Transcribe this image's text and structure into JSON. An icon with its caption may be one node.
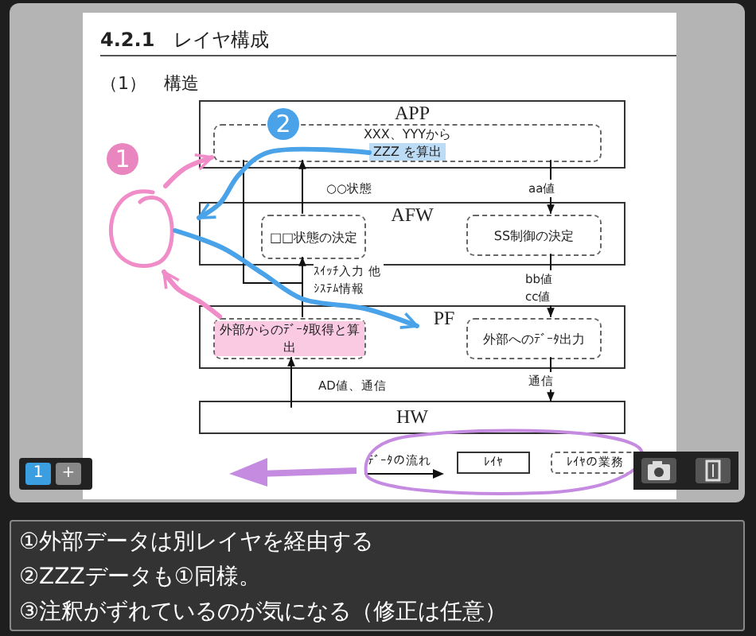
{
  "diagram": {
    "title": "**4.2.1**　レイヤ構成",
    "nodes": [
      {
        "text": [
          "APP"
        ]
      },
      {
        "text": [
          "XXX、YYYから",
          "ZZZ を算出"
        ],
        "in": 0
      },
      {
        "text": [
          "AFW"
        ]
      },
      {
        "text": [
          "□□状態の決定"
        ],
        "in": 2
      },
      {
        "text": [
          "SS制御の決定"
        ],
        "in": 2
      },
      {
        "text": [
          "PF"
        ]
      },
      {
        "text": [
          "外部からのﾃﾞｰﾀ取得と算出"
        ],
        "in": 5
      },
      {
        "text": [
          "外部へのﾃﾞｰﾀ出力"
        ],
        "in": 5
      },
      {
        "text": [
          "HW"
        ]
      },
      {
        "text": [],
        "shape": "circle"
      }
    ],
    "edges": [
      {
        "from": 3,
        "to": 1,
        "arrow": "to",
        "label": "○○状態"
      },
      {
        "from": 1,
        "to": 4,
        "arrow": "to",
        "label": "aa値"
      },
      {
        "from": 6,
        "to": 3,
        "arrow": "to",
        "label": "ｽｲｯﾁ入力 他ｼｽﾃﾑ情報"
      },
      {
        "from": 6,
        "to": 1,
        "arrow": "none"
      },
      {
        "from": 4,
        "to": 7,
        "arrow": "to",
        "label": "bb値 cc値"
      },
      {
        "from": 8,
        "to": 6,
        "arrow": "to",
        "label": "AD値、通信"
      },
      {
        "from": 7,
        "to": 8,
        "arrow": "to",
        "label": "通信"
      },
      {
        "from": 6,
        "to": 9,
        "arrow": "to",
        "style": "thick",
        "color": "#f08cc8"
      },
      {
        "from": 9,
        "to": 1,
        "arrow": "to",
        "style": "thick",
        "color": "#f08cc8"
      },
      {
        "from": 1,
        "to": 2,
        "arrow": "to",
        "style": "thick",
        "color": "#4aa3e8"
      },
      {
        "from": 9,
        "to": 5,
        "arrow": "to",
        "style": "thick",
        "color": "#4aa3e8"
      }
    ],
    "labels": [
      "（1）　構造",
      "2",
      "1",
      "1",
      "+",
      "①外部データは別レイヤを経由する",
      "②ZZZデータも①同様。",
      "③注釈がずれているのが気になる（修正は任意）"
    ],
    "legend": [
      {
        "text": "ﾃﾞｰﾀの流れ"
      },
      {
        "text": "ﾚｲﾔ"
      },
      {
        "text": "ﾚｲﾔの業務"
      }
    ]
  }
}
